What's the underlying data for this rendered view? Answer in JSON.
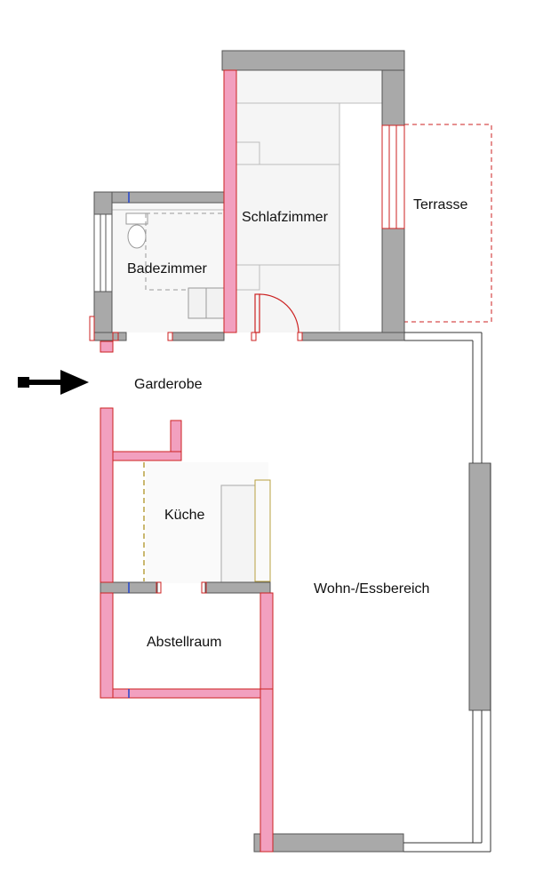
{
  "rooms": {
    "schlafzimmer": "Schlafzimmer",
    "terrasse": "Terrasse",
    "badezimmer": "Badezimmer",
    "garderobe": "Garderobe",
    "kueche": "Küche",
    "wohn_essbereich": "Wohn-/Essbereich",
    "abstellraum": "Abstellraum"
  },
  "colors": {
    "wall_existing": "#a9a9a9",
    "wall_new": "#f2a0bf",
    "wall_outline": "#555555",
    "red_line": "#cc2222",
    "furniture": "#bfbfbf",
    "dashed": "#b8a040",
    "entrance_arrow": "#000000"
  },
  "icons": {
    "entrance": "entrance-arrow-icon"
  }
}
